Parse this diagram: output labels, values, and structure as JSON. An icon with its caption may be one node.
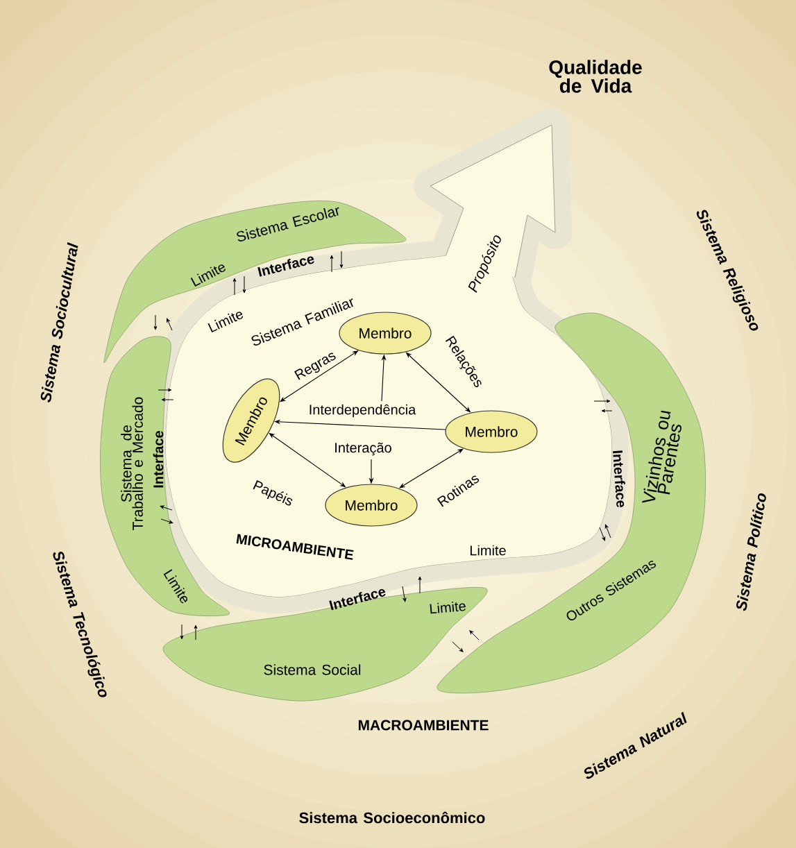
{
  "diagram": {
    "nodes": [
      {
        "text": [
          "Sistema Escolar",
          "Limite"
        ]
      },
      {
        "text": [
          "Sistema de Trabalho e Mercado",
          "Limite"
        ]
      },
      {
        "text": [
          "Membro"
        ]
      },
      {
        "text": [
          "Membro"
        ]
      },
      {
        "text": [
          "Membro"
        ]
      },
      {
        "text": [
          "Membro"
        ]
      },
      {
        "text": [
          "Vizinhos ou Parentes",
          "Outros Sistemas"
        ]
      },
      {
        "text": [
          "Limite",
          "Sistema Social"
        ]
      }
    ],
    "edges": [
      {
        "from": 3,
        "to": 2,
        "arrow": "both",
        "label": "Regras"
      },
      {
        "from": 2,
        "to": 4,
        "arrow": "both",
        "label": "Relações"
      },
      {
        "from": 4,
        "to": 3,
        "arrow": "to",
        "label": "Interdependência"
      },
      {
        "from": null,
        "to": 2,
        "arrow": "to"
      },
      {
        "from": null,
        "to": 5,
        "arrow": "to",
        "label": "Interação"
      },
      {
        "from": 3,
        "to": 5,
        "arrow": "both",
        "label": "Papéis"
      },
      {
        "from": 4,
        "to": 5,
        "arrow": "both",
        "label": "Rotinas"
      }
    ],
    "labels": [
      "Qualidade de Vida",
      "Sistema Sociocultural",
      "Sistema Religioso",
      "Propósito",
      "Interface",
      "Limite",
      "Sistema Familiar",
      "Interface",
      "Interface",
      "Sistema Político",
      "MICROAMBIENTE",
      "Limite",
      "Interface",
      "Sistema Tecnológico",
      "MACROAMBIENTE",
      "Sistema Natural",
      "Sistema Socioeconômico"
    ]
  }
}
